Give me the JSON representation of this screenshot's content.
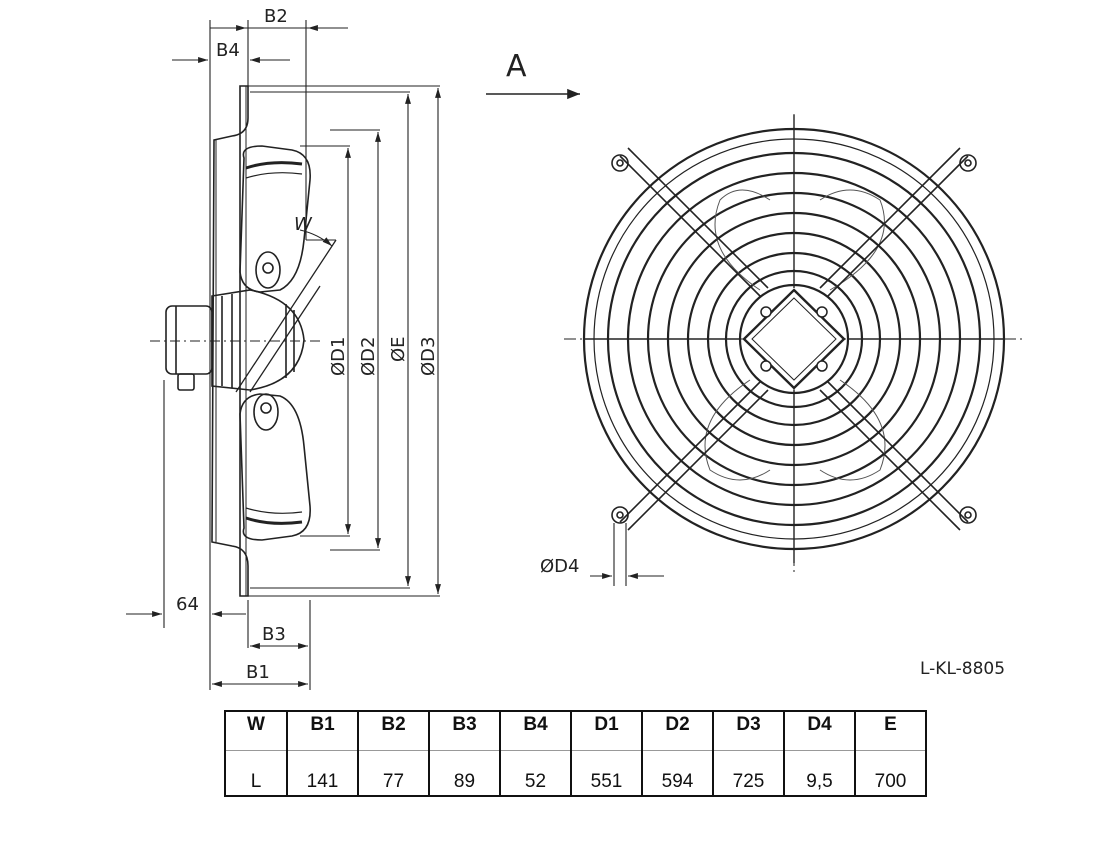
{
  "drawing": {
    "side_view_labels": {
      "b2": "B2",
      "b4": "B4",
      "w": "W",
      "d1": "ØD1",
      "d2": "ØD2",
      "e": "ØE",
      "d3": "ØD3",
      "dist_64": "64",
      "b3": "B3",
      "b1": "B1"
    },
    "view_arrow_label": "A",
    "front_view_labels": {
      "d4": "ØD4"
    },
    "drawing_code": "L-KL-8805"
  },
  "table": {
    "headers": [
      "W",
      "B1",
      "B2",
      "B3",
      "B4",
      "D1",
      "D2",
      "D3",
      "D4",
      "E"
    ],
    "rows": [
      [
        "L",
        "141",
        "77",
        "89",
        "52",
        "551",
        "594",
        "725",
        "9,5",
        "700"
      ]
    ]
  }
}
